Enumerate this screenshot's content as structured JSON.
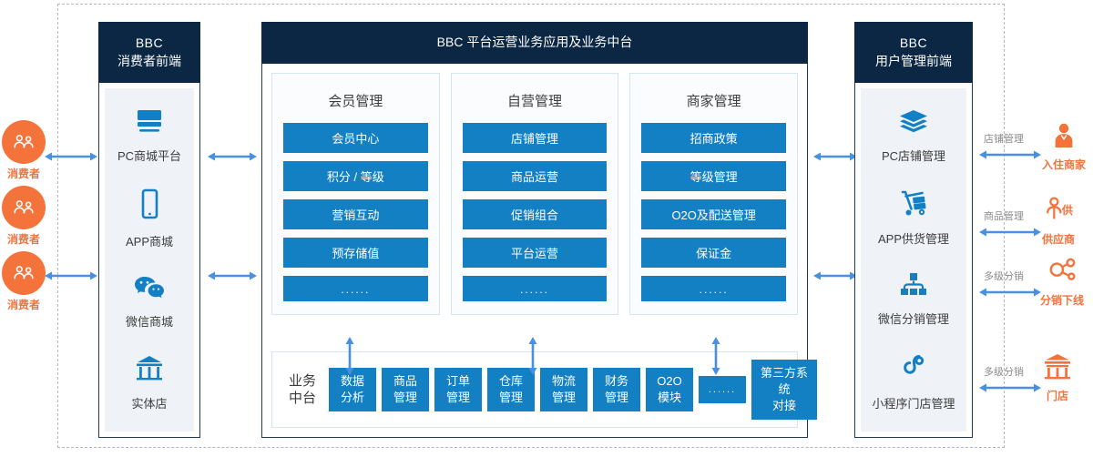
{
  "theme": {
    "navy": "#0b2744",
    "blue": "#1380c4",
    "arrow_blue": "#4a90e2",
    "orange": "#f4733a",
    "panel_bg": "#eff2f7",
    "dash_border": "#b9b3bb"
  },
  "left_actors": [
    {
      "label": "消费者",
      "icon": "consumer-group-icon"
    },
    {
      "label": "消费者",
      "icon": "consumer-group-icon"
    },
    {
      "label": "消费者",
      "icon": "consumer-group-icon"
    }
  ],
  "consumer_panel": {
    "title_line1": "BBC",
    "title_line2": "消费者前端",
    "tiles": [
      {
        "label": "PC商城平台",
        "icon": "monitor-icon"
      },
      {
        "label": "APP商城",
        "icon": "smartphone-icon"
      },
      {
        "label": "微信商城",
        "icon": "wechat-icon"
      },
      {
        "label": "实体店",
        "icon": "storefront-icon"
      }
    ]
  },
  "center_panel": {
    "title_line1": "BBC",
    "title_line2": "平台运营业务应用及业务中台",
    "columns": [
      {
        "title": "会员管理",
        "items": [
          "会员中心",
          "积分 / 等级",
          "营销互动",
          "预存储值",
          "......"
        ]
      },
      {
        "title": "自营管理",
        "items": [
          "店铺管理",
          "商品运营",
          "促销组合",
          "平台运营",
          "......"
        ]
      },
      {
        "title": "商家管理",
        "items": [
          "招商政策",
          "等级管理",
          "O2O及配送管理",
          "保证金",
          "......"
        ]
      }
    ],
    "mid_platform": {
      "label_line1": "业务",
      "label_line2": "中台",
      "modules": [
        {
          "line1": "数据",
          "line2": "分析",
          "wide": false
        },
        {
          "line1": "商品",
          "line2": "管理",
          "wide": false
        },
        {
          "line1": "订单",
          "line2": "管理",
          "wide": false
        },
        {
          "line1": "仓库",
          "line2": "管理",
          "wide": false
        },
        {
          "line1": "物流",
          "line2": "管理",
          "wide": false
        },
        {
          "line1": "财务",
          "line2": "管理",
          "wide": false
        },
        {
          "line1": "O2O",
          "line2": "模块",
          "wide": false
        },
        {
          "line1": "......",
          "line2": "",
          "wide": false
        },
        {
          "line1": "第三方系统",
          "line2": "对接",
          "wide": true
        }
      ]
    }
  },
  "user_panel": {
    "title_line1": "BBC",
    "title_line2": "用户管理前端",
    "tiles": [
      {
        "label": "PC店铺管理",
        "icon": "layers-icon"
      },
      {
        "label": "APP供货管理",
        "icon": "hand-truck-icon"
      },
      {
        "label": "微信分销管理",
        "icon": "org-tree-icon"
      },
      {
        "label": "小程序门店管理",
        "icon": "mini-program-icon"
      }
    ]
  },
  "right_actors": [
    {
      "label": "入住商家",
      "icon": "merchant-person-icon",
      "connector": "店铺管理"
    },
    {
      "label": "供应商",
      "icon": "supplier-icon",
      "connector": "商品管理"
    },
    {
      "label": "分销下线",
      "icon": "share-network-icon",
      "connector": "多级分销"
    },
    {
      "label": "门店",
      "icon": "store-building-icon",
      "connector": "多级分销"
    }
  ]
}
